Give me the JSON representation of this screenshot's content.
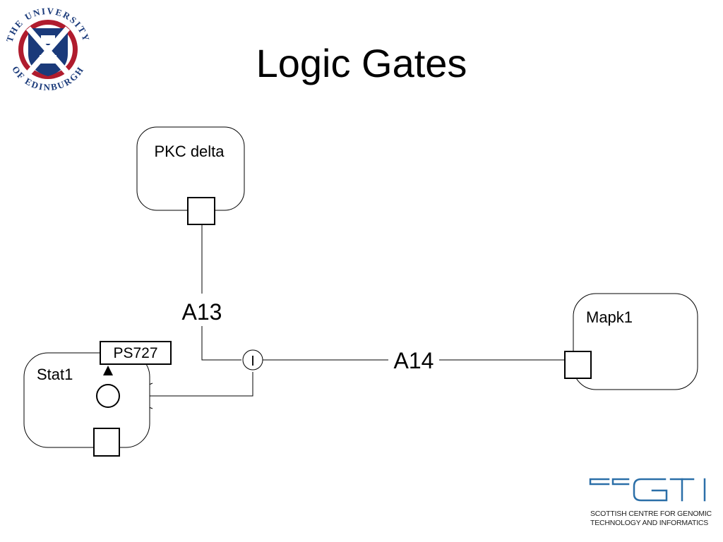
{
  "slide": {
    "title": "Logic Gates"
  },
  "logos": {
    "university": {
      "text_top": "THE UNIVERSITY",
      "text_bottom": "OF EDINBURGH",
      "colors": {
        "ring": "#b01c2e",
        "shield": "#1a3a7a"
      }
    },
    "scgti": {
      "mark": "SCGTI",
      "caption_line1": "SCOTTISH CENTRE FOR GENOMIC",
      "caption_line2": "TECHNOLOGY AND INFORMATICS",
      "colors": {
        "mark": "#2b6fa8"
      }
    }
  },
  "diagram": {
    "nodes": {
      "pkc": {
        "label": "PKC delta"
      },
      "mapk1": {
        "label": "Mapk1"
      },
      "stat1": {
        "label": "Stat1"
      },
      "ps727": {
        "label": "PS727"
      }
    },
    "gate": {
      "label": "I"
    },
    "arcs": {
      "a13": {
        "label": "A13"
      },
      "a14": {
        "label": "A14"
      }
    }
  }
}
